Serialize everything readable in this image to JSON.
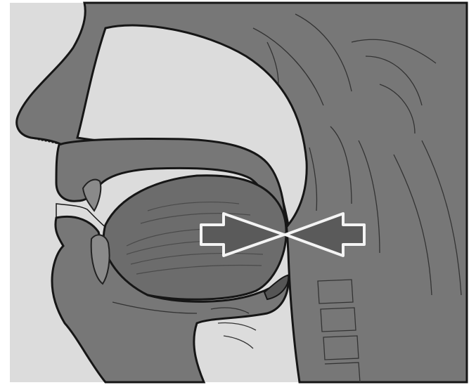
{
  "figure": {
    "subject": "midsagittal-vocal-tract",
    "colors": {
      "background": "#dcdcdc",
      "tissue": "#777777",
      "tissue_dark": "#5e5e5e",
      "outline": "#161616",
      "inner_line": "#333333",
      "arrow_fill": "#5a5a5a",
      "arrow_outline": "#f4f4f4",
      "frame": "#ffffff"
    },
    "arrows": [
      {
        "name": "left-constriction-arrow",
        "icon": "arrow-right-icon",
        "direction": "right"
      },
      {
        "name": "right-constriction-arrow",
        "icon": "arrow-left-icon",
        "direction": "left"
      }
    ]
  }
}
